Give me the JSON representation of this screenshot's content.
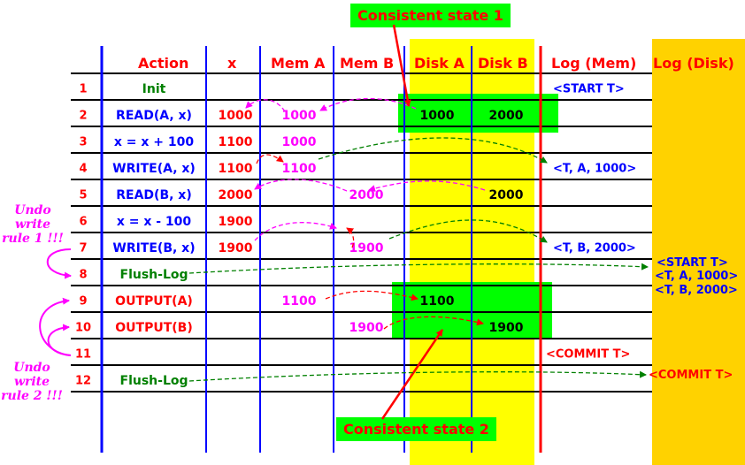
{
  "colors": {
    "action_blue": "#0000ff",
    "action_green": "#008000",
    "action_red": "#ff0000",
    "value_red": "#ff0000",
    "value_magenta": "#ff00ff",
    "disk_bg": "#ffff00",
    "log_disk_bg": "#ffd200",
    "highlight": "#00ff00",
    "log_text": "#0000ff"
  },
  "headers": {
    "action": "Action",
    "x": "x",
    "mem_a": "Mem A",
    "mem_b": "Mem B",
    "disk_a": "Disk A",
    "disk_b": "Disk B",
    "log_mem": "Log (Mem)",
    "log_disk": "Log (Disk)"
  },
  "rows": [
    {
      "num": "1",
      "action": "Init",
      "action_color": "green",
      "x": "",
      "mem_a": "",
      "mem_b": "",
      "disk_a": "",
      "disk_b": "",
      "log_mem": "<START T>"
    },
    {
      "num": "2",
      "action": "READ(A, x)",
      "action_color": "blue",
      "x": "1000",
      "mem_a": "1000",
      "mem_b": "",
      "disk_a": "1000",
      "disk_b": "2000",
      "log_mem": ""
    },
    {
      "num": "3",
      "action": "x = x + 100",
      "action_color": "blue",
      "x": "1100",
      "mem_a": "1000",
      "mem_b": "",
      "disk_a": "",
      "disk_b": "",
      "log_mem": ""
    },
    {
      "num": "4",
      "action": "WRITE(A, x)",
      "action_color": "blue",
      "x": "1100",
      "mem_a": "1100",
      "mem_b": "",
      "disk_a": "",
      "disk_b": "",
      "log_mem": "<T, A, 1000>"
    },
    {
      "num": "5",
      "action": "READ(B, x)",
      "action_color": "blue",
      "x": "2000",
      "mem_a": "",
      "mem_b": "2000",
      "disk_a": "",
      "disk_b": "2000",
      "log_mem": ""
    },
    {
      "num": "6",
      "action": "x = x - 100",
      "action_color": "blue",
      "x": "1900",
      "mem_a": "",
      "mem_b": "",
      "disk_a": "",
      "disk_b": "",
      "log_mem": ""
    },
    {
      "num": "7",
      "action": "WRITE(B, x)",
      "action_color": "blue",
      "x": "1900",
      "mem_a": "",
      "mem_b": "1900",
      "disk_a": "",
      "disk_b": "",
      "log_mem": "<T, B, 2000>"
    },
    {
      "num": "8",
      "action": "Flush-Log",
      "action_color": "green",
      "x": "",
      "mem_a": "",
      "mem_b": "",
      "disk_a": "",
      "disk_b": "",
      "log_mem": ""
    },
    {
      "num": "9",
      "action": "OUTPUT(A)",
      "action_color": "red",
      "x": "",
      "mem_a": "1100",
      "mem_b": "",
      "disk_a": "1100",
      "disk_b": "",
      "log_mem": ""
    },
    {
      "num": "10",
      "action": "OUTPUT(B)",
      "action_color": "red",
      "x": "",
      "mem_a": "",
      "mem_b": "1900",
      "disk_a": "",
      "disk_b": "1900",
      "log_mem": ""
    },
    {
      "num": "11",
      "action": "",
      "action_color": "blue",
      "x": "",
      "mem_a": "",
      "mem_b": "",
      "disk_a": "",
      "disk_b": "",
      "log_mem": "<COMMIT T>"
    },
    {
      "num": "12",
      "action": "Flush-Log",
      "action_color": "green",
      "x": "",
      "mem_a": "",
      "mem_b": "",
      "disk_a": "",
      "disk_b": "",
      "log_mem": ""
    }
  ],
  "log_disk": {
    "flush1": [
      "<START T>",
      "<T, A, 1000>",
      "<T, B, 2000>"
    ],
    "flush2": "<COMMIT T>"
  },
  "callouts": {
    "consistent1": "Consistent state 1",
    "consistent2": "Consistent state 2"
  },
  "notes": {
    "undo1": [
      "Undo",
      "write",
      "rule 1 !!!"
    ],
    "undo2": [
      "Undo",
      "write",
      "rule 2 !!!"
    ]
  }
}
